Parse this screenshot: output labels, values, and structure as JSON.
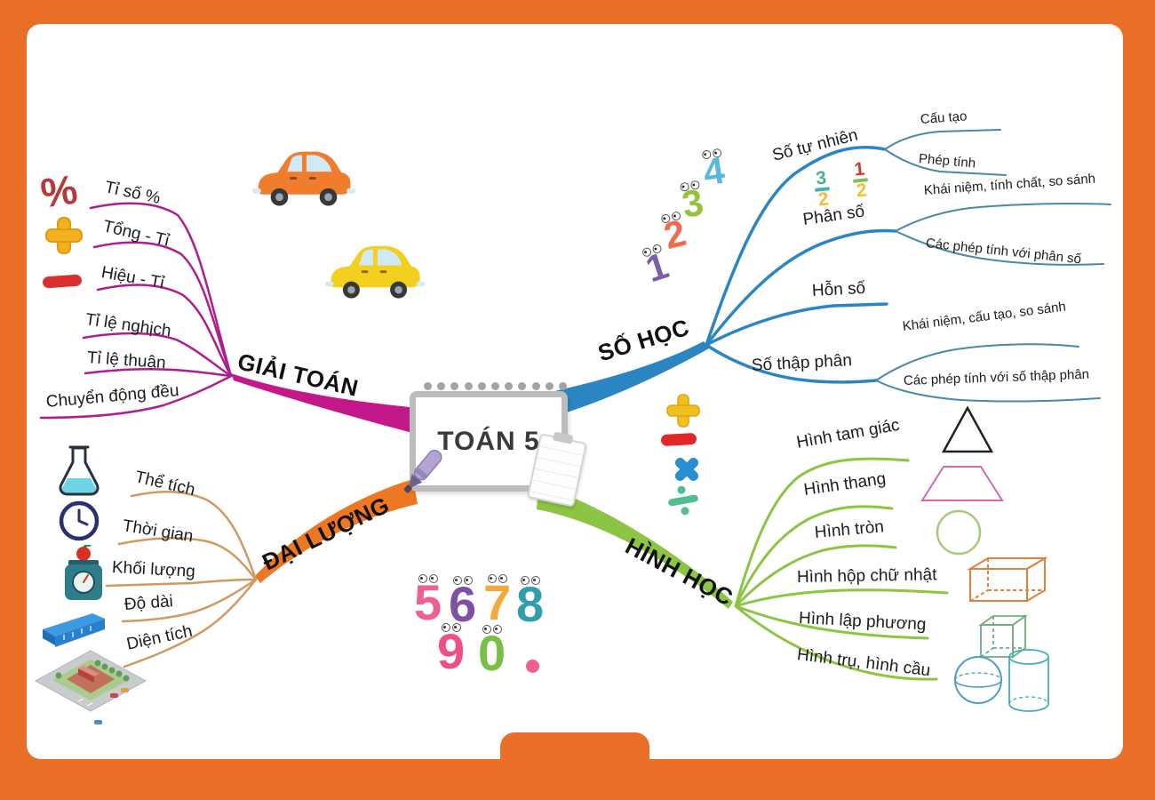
{
  "center": {
    "title": "TOÁN 5"
  },
  "branches": {
    "giai_toan": {
      "label": "GIẢI TOÁN",
      "color": "#c2188a",
      "items": [
        "Tỉ số %",
        "Tổng - Tỉ",
        "Hiệu - Tỉ",
        "Tỉ lệ nghịch",
        "Tỉ lệ thuận",
        "Chuyển động đều"
      ]
    },
    "so_hoc": {
      "label": "SỐ HỌC",
      "color": "#2b85c3",
      "items": [
        {
          "label": "Số tự nhiên",
          "children": [
            "Cấu tạo",
            "Phép tính"
          ]
        },
        {
          "label": "Phân số",
          "children": [
            "Khái niệm, tính chất, so sánh",
            "Các phép tính với phân số"
          ]
        },
        {
          "label": "Hỗn số",
          "children": []
        },
        {
          "label": "Số thập phân",
          "children": [
            "Khái niệm, cấu tạo, so sánh",
            "Các phép tính với số thập phân"
          ]
        }
      ]
    },
    "dai_luong": {
      "label": "ĐẠI LƯỢNG",
      "color": "#ee7722",
      "items": [
        "Thể tích",
        "Thời gian",
        "Khối lượng",
        "Độ dài",
        "Diện tích"
      ]
    },
    "hinh_hoc": {
      "label": "HÌNH HỌC",
      "color": "#8cc443",
      "items": [
        "Hình tam giác",
        "Hình thang",
        "Hình tròn",
        "Hình hộp chữ nhật",
        "Hình lập phương",
        "Hình trụ, hình cầu"
      ]
    }
  },
  "decorations": {
    "counting_digits": [
      "1",
      "2",
      "3",
      "4"
    ],
    "monster_digits": [
      "5",
      "6",
      "7",
      "8",
      "9",
      "0"
    ],
    "fractions": [
      {
        "numerator": "3",
        "denominator": "2"
      },
      {
        "numerator": "1",
        "denominator": "2"
      }
    ],
    "percent_symbol": "%",
    "operation_icons": [
      "plus",
      "minus",
      "multiply",
      "divide"
    ],
    "measure_icons": [
      "flask",
      "clock",
      "kitchen-scale",
      "ruler",
      "city-map"
    ],
    "geometry_shapes": [
      "triangle",
      "trapezoid",
      "circle",
      "rectangular-box",
      "cube",
      "sphere",
      "cylinder"
    ],
    "vehicles": [
      "orange-car",
      "yellow-car"
    ]
  },
  "colors": {
    "frame": "#e96f28",
    "giai_toan": "#c2188a",
    "so_hoc": "#2b85c3",
    "dai_luong": "#ee7722",
    "hinh_hoc": "#8cc443"
  }
}
